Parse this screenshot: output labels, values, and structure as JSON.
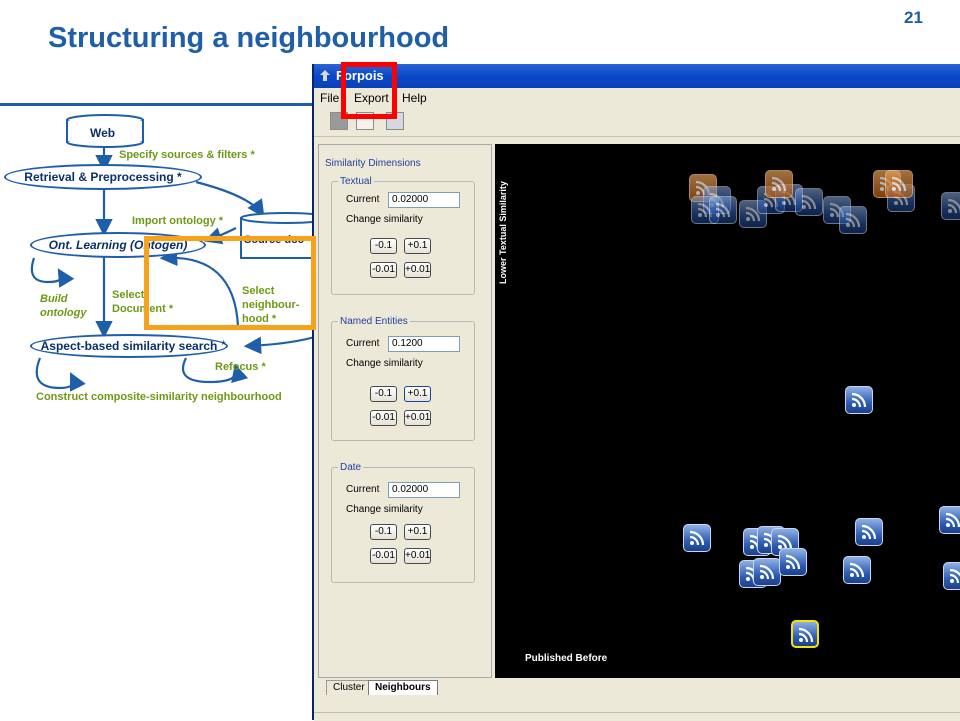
{
  "slide": {
    "title": "Structuring a neighbourhood",
    "number": "21"
  },
  "diagram": {
    "web": "Web",
    "retrieval": "Retrieval & Preprocessing *",
    "specify": "Specify sources & filters *",
    "import_ontology": "Import ontology *",
    "source_doc": "Source doc",
    "ont_learning": "Ont. Learning (Ontogen)",
    "build_ontology_1": "Build",
    "build_ontology_2": "ontology",
    "select_doc_1": "Select",
    "select_doc_2": "Document *",
    "select_neigh_1": "Select",
    "select_neigh_2": "neighbour-",
    "select_neigh_3": "hood *",
    "aspect_search": "Aspect-based similarity search",
    "aspect_star": "*",
    "refocus": "Refocus *",
    "construct": "Construct composite-similarity neighbourhood"
  },
  "app": {
    "title": "Forpois",
    "menu": [
      "File",
      "Export",
      "Help"
    ],
    "panel_title": "Similarity Dimensions",
    "dimensions": [
      {
        "name": "Textual",
        "current_label": "Current",
        "current_value": "0.02000",
        "change_label": "Change similarity",
        "buttons": [
          "-0.1",
          "+0.1",
          "-0.01",
          "+0.01"
        ]
      },
      {
        "name": "Named Entities",
        "current_label": "Current",
        "current_value": "0.1200",
        "change_label": "Change similarity",
        "buttons": [
          "-0.1",
          "+0.1",
          "-0.01",
          "+0.01"
        ]
      },
      {
        "name": "Date",
        "current_label": "Current",
        "current_value": "0.02000",
        "change_label": "Change similarity",
        "buttons": [
          "-0.1",
          "+0.1",
          "-0.01",
          "+0.01"
        ]
      }
    ],
    "canvas_vertical_label": "Lower Textual Similarity",
    "canvas_bottom_label": "Published Before",
    "tabs": [
      "Cluster",
      "Neighbours"
    ],
    "active_tab": "Neighbours",
    "feed_icon": "rss-feed-icon"
  },
  "colors": {
    "title": "#1f5ea8",
    "diagram_label": "#6d9a15",
    "highlight_red": "#ff0000",
    "highlight_orange": "#f6a21a",
    "canvas": "#000000",
    "selected_item": "#f5e400"
  }
}
